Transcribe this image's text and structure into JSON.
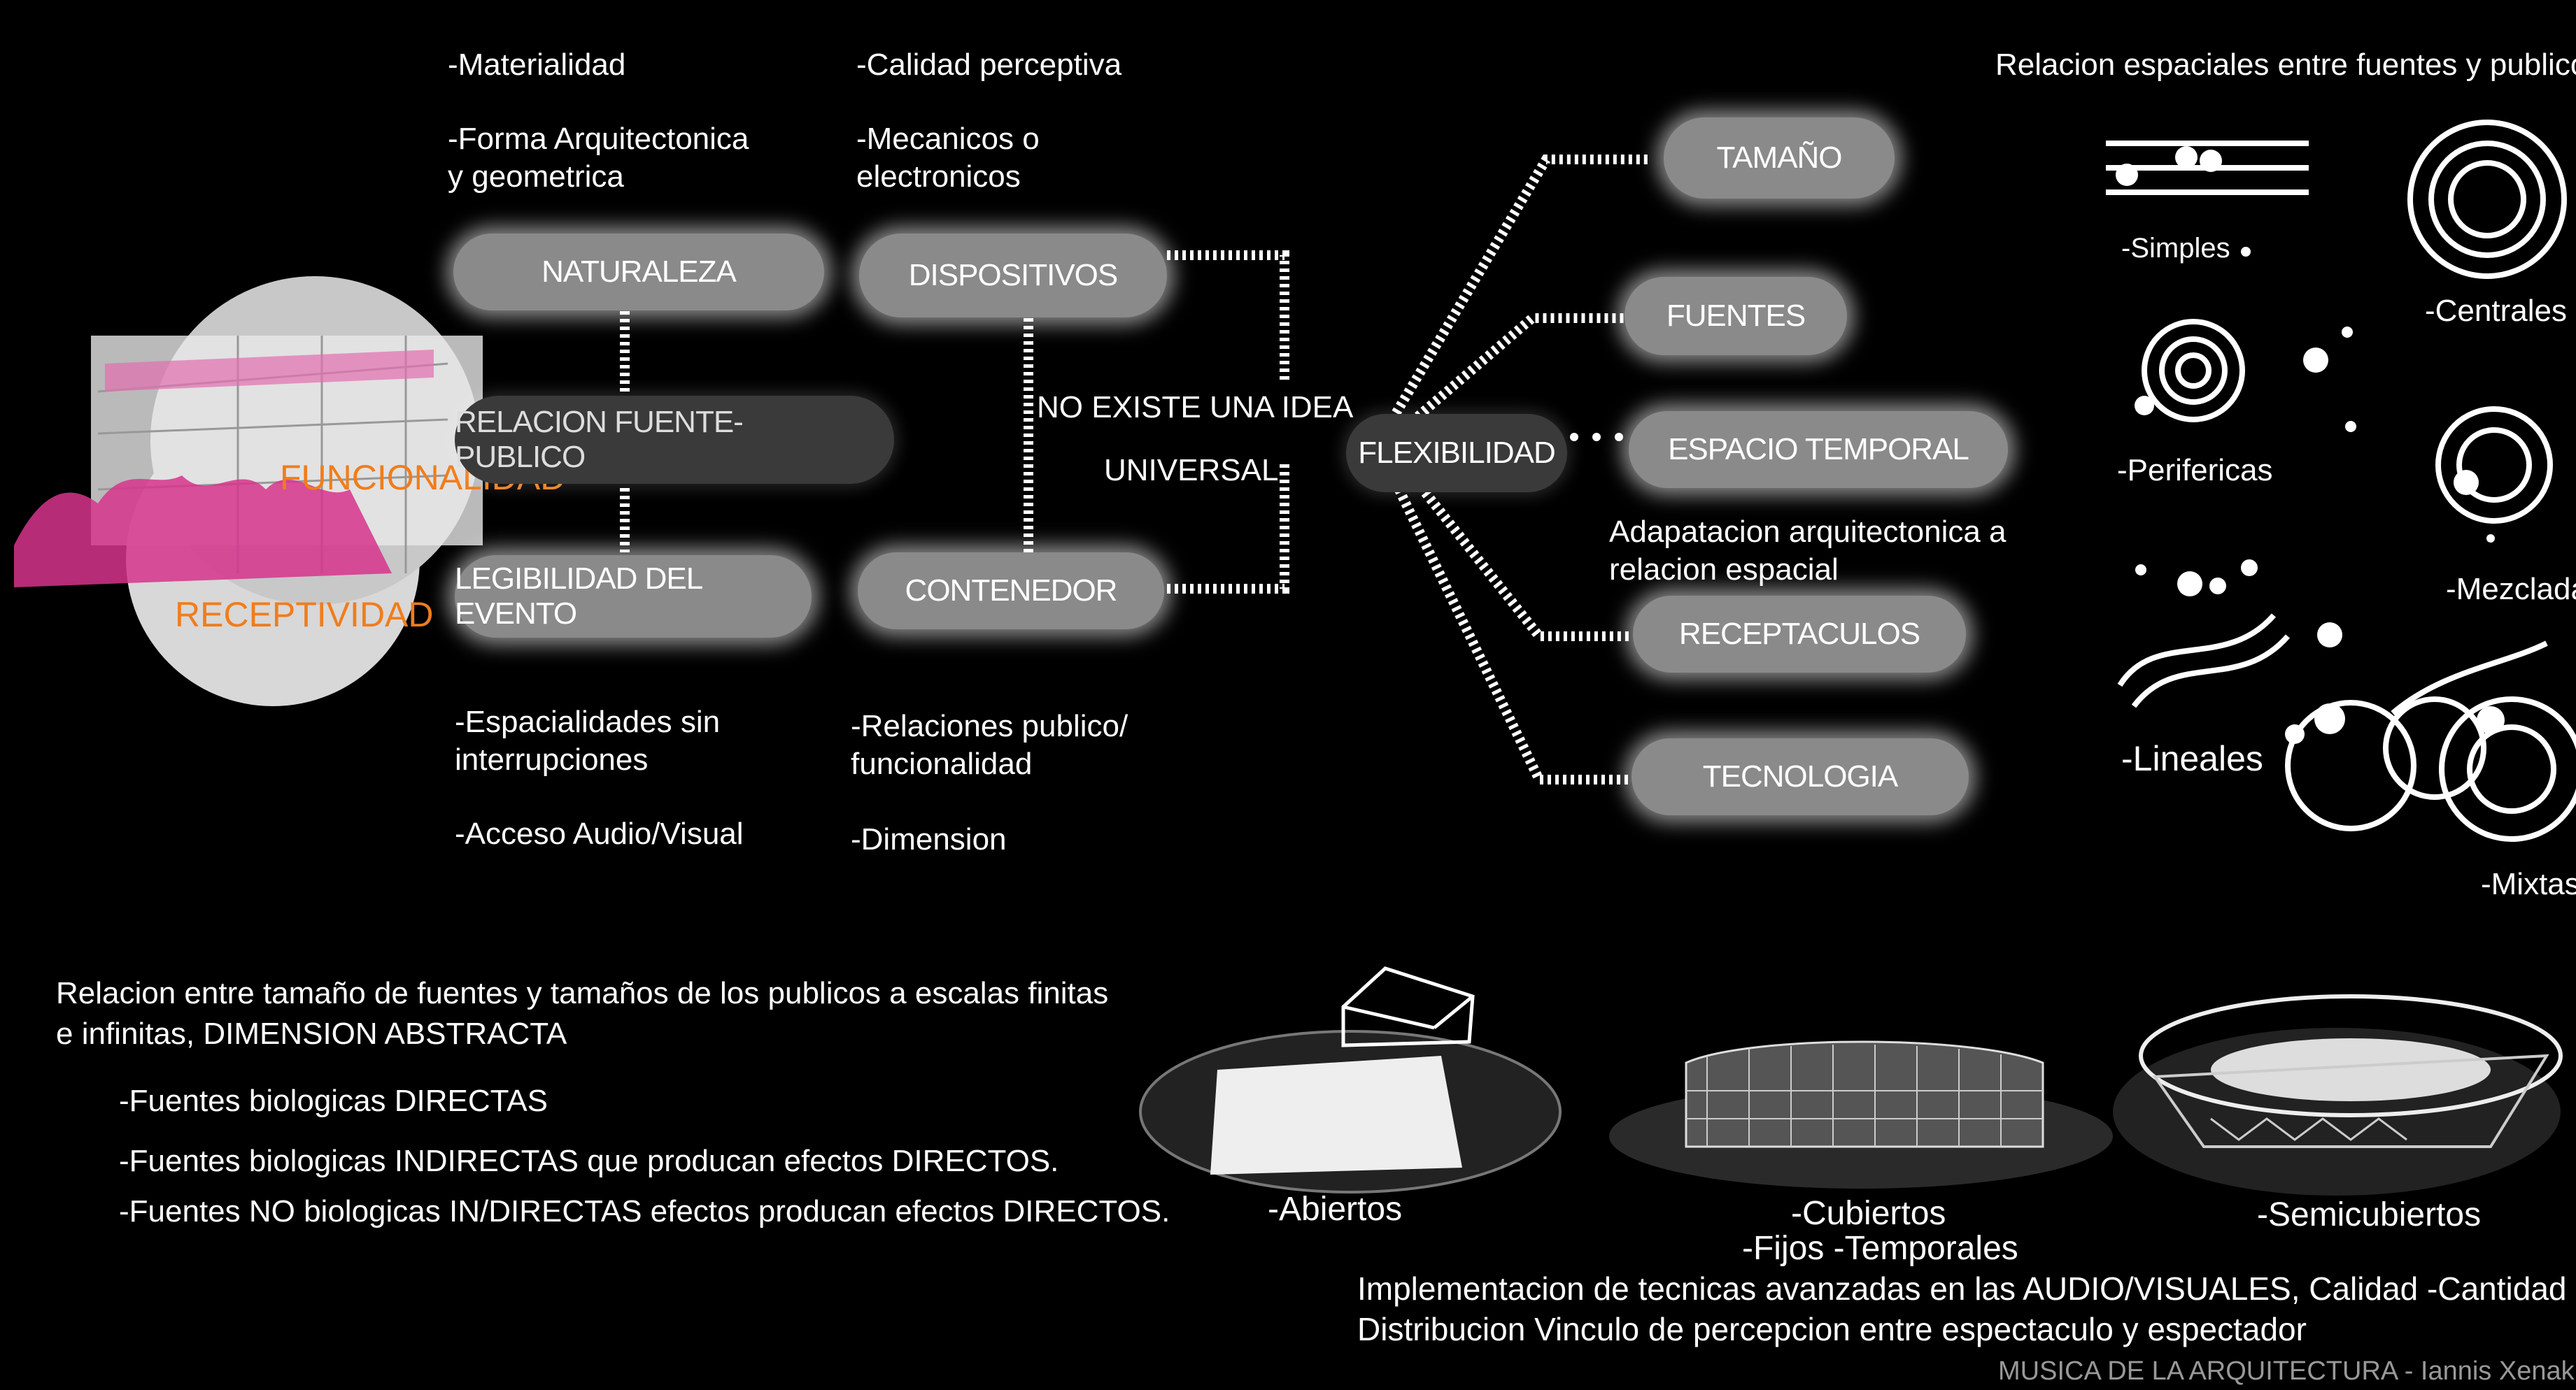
{
  "top_left": {
    "materialidad": "-Materialidad",
    "forma_l1": "-Forma Arquitectonica",
    "forma_l2": "y geometrica",
    "calidad": "-Calidad perceptiva",
    "mecanicos_l1": "-Mecanicos o",
    "mecanicos_l2": "electronicos"
  },
  "nodes": {
    "naturaleza": "NATURALEZA",
    "dispositivos": "DISPOSITIVOS",
    "relacion": "RELACION FUENTE-PUBLICO",
    "legibilidad": "LEGIBILIDAD DEL EVENTO",
    "contenedor": "CONTENEDOR",
    "flexibilidad": "FLEXIBILIDAD",
    "tamano": "TAMAÑO",
    "fuentes": "FUENTES",
    "espacio": "ESPACIO TEMPORAL",
    "receptaculos": "RECEPTACULOS",
    "tecnologia": "TECNOLOGIA"
  },
  "photo_labels": {
    "funcionalidad": "FUNCIONALIDAD",
    "receptividad": "RECEPTIVIDAD"
  },
  "center": {
    "line1": "NO EXISTE UNA IDEA",
    "line2": "UNIVERSAL"
  },
  "bottom_left_list": {
    "esp_l1": "-Espacialidades sin",
    "esp_l2": "interrupciones",
    "acceso": "-Acceso Audio/Visual",
    "rel_l1": "-Relaciones publico/",
    "rel_l2": "funcionalidad",
    "dimension": "-Dimension"
  },
  "adaptacion": {
    "l1": "Adapatacion arquitectonica a",
    "l2": "relacion espacial"
  },
  "right": {
    "title": "Relacion espaciales entre fuentes y publico",
    "simples": "-Simples",
    "centrales": "-Centrales",
    "perifericas": "-Perifericas",
    "mezcladas": "-Mezcladas",
    "lineales": "-Lineales",
    "mixtas": "-Mixtas"
  },
  "abstract": {
    "l1": "Relacion entre tamaño de fuentes y tamaños de los publicos a escalas finitas",
    "l2": "e infinitas, DIMENSION ABSTRACTA",
    "b1": "-Fuentes biologicas DIRECTAS",
    "b2": "-Fuentes biologicas INDIRECTAS que producan efectos DIRECTOS.",
    "b3": "-Fuentes NO biologicas IN/DIRECTAS efectos producan efectos DIRECTOS."
  },
  "venues": {
    "abiertos": "-Abiertos",
    "cubiertos": "-Cubiertos",
    "fijos": "-Fijos -Temporales",
    "semicubiertos": "-Semicubiertos"
  },
  "implementacion": {
    "l1": "Implementacion de tecnicas avanzadas en las AUDIO/VISUALES, Calidad -Cantidad -",
    "l2": "Distribucion Vinculo  de percepcion entre espectaculo   y  espectador"
  },
  "footer": "MUSICA DE LA ARQUITECTURA - Iannis Xenakis"
}
